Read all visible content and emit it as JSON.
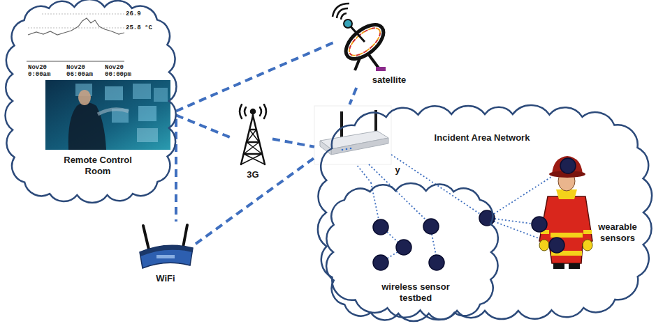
{
  "diagram": {
    "nodes": [
      {
        "text": [
          "Remote Control Room"
        ]
      },
      {
        "text": [
          "satellite"
        ]
      },
      {
        "text": [
          "3G"
        ]
      },
      {
        "text": [
          "y"
        ]
      },
      {
        "text": [
          "WiFi"
        ]
      },
      {
        "text": [
          "Incident Area Network"
        ]
      },
      {
        "text": [
          "wireless sensor testbed"
        ],
        "in": 5
      }
    ],
    "edges": [
      {
        "from": 0,
        "to": 1,
        "arrow": "none"
      },
      {
        "from": 1,
        "to": 3,
        "arrow": "none"
      },
      {
        "from": 0,
        "to": 2,
        "arrow": "none"
      },
      {
        "from": 2,
        "to": 3,
        "arrow": "none"
      },
      {
        "from": 0,
        "to": 4,
        "arrow": "none"
      },
      {
        "from": 4,
        "to": 3,
        "arrow": "none"
      },
      {
        "from": 3,
        "to": 6,
        "arrow": "none"
      }
    ],
    "labels": [
      "26.9",
      "25.8 °C",
      "Nov20",
      "0:00am",
      "Nov20",
      "06:00am",
      "Nov20",
      "00:00pm",
      "wearable sensors"
    ]
  }
}
